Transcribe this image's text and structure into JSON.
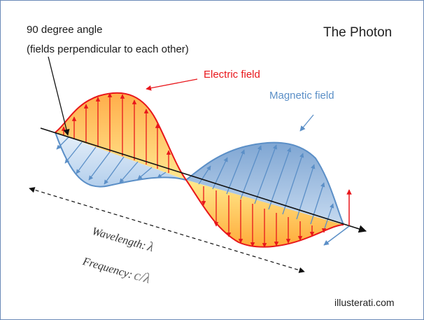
{
  "title": "The Photon",
  "annotation": {
    "line1": "90 degree angle",
    "line2": "(fields perpendicular to each other)"
  },
  "labels": {
    "electric": "Electric field",
    "magnetic": "Magnetic field",
    "wavelength": "Wavelength:",
    "wavelength_symbol": "λ",
    "frequency": "Frequency:",
    "frequency_symbol": "c/λ"
  },
  "credit": "illusterati.com",
  "colors": {
    "electric": "#e8161b",
    "magnetic": "#5b8fc7",
    "electric_fill": "#ffc94d",
    "magnetic_fill": "#a9c6e6",
    "axis": "#111111"
  },
  "icons": {
    "wave": "em-wave",
    "axis": "propagation-axis-arrow",
    "measure": "dashed-double-arrow"
  }
}
